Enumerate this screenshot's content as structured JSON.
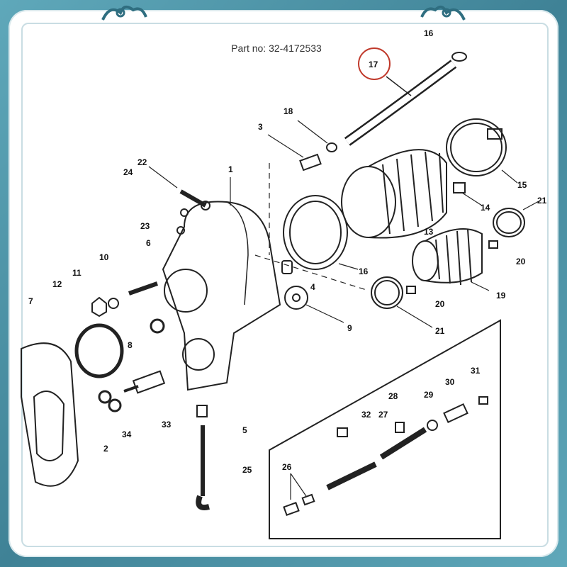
{
  "part_number": "Part no: 32-4172533",
  "colors": {
    "frame": "#4a8fa3",
    "panel": "#ffffff",
    "ink": "#111111",
    "highlight": "#c0392b"
  },
  "icons": [
    "cloud-ornament-icon"
  ],
  "diagram": {
    "highlighted_callout": "17",
    "callouts": [
      {
        "id": "c16a",
        "label": "16"
      },
      {
        "id": "c17",
        "label": "17"
      },
      {
        "id": "c18",
        "label": "18"
      },
      {
        "id": "c3",
        "label": "3"
      },
      {
        "id": "c1",
        "label": "1"
      },
      {
        "id": "c22",
        "label": "22"
      },
      {
        "id": "c24",
        "label": "24"
      },
      {
        "id": "c15",
        "label": "15"
      },
      {
        "id": "c21a",
        "label": "21"
      },
      {
        "id": "c14",
        "label": "14"
      },
      {
        "id": "c13",
        "label": "13"
      },
      {
        "id": "c20a",
        "label": "20"
      },
      {
        "id": "c23",
        "label": "23"
      },
      {
        "id": "c6",
        "label": "6"
      },
      {
        "id": "c10",
        "label": "10"
      },
      {
        "id": "c11",
        "label": "11"
      },
      {
        "id": "c12",
        "label": "12"
      },
      {
        "id": "c16b",
        "label": "16"
      },
      {
        "id": "c4",
        "label": "4"
      },
      {
        "id": "c19",
        "label": "19"
      },
      {
        "id": "c20b",
        "label": "20"
      },
      {
        "id": "c9",
        "label": "9"
      },
      {
        "id": "c21b",
        "label": "21"
      },
      {
        "id": "c7",
        "label": "7"
      },
      {
        "id": "c8",
        "label": "8"
      },
      {
        "id": "c33",
        "label": "33"
      },
      {
        "id": "c34",
        "label": "34"
      },
      {
        "id": "c2",
        "label": "2"
      },
      {
        "id": "c5",
        "label": "5"
      },
      {
        "id": "c25",
        "label": "25"
      },
      {
        "id": "c31",
        "label": "31"
      },
      {
        "id": "c28",
        "label": "28"
      },
      {
        "id": "c29",
        "label": "29"
      },
      {
        "id": "c30",
        "label": "30"
      },
      {
        "id": "c32",
        "label": "32"
      },
      {
        "id": "c27",
        "label": "27"
      },
      {
        "id": "c26",
        "label": "26"
      }
    ]
  }
}
